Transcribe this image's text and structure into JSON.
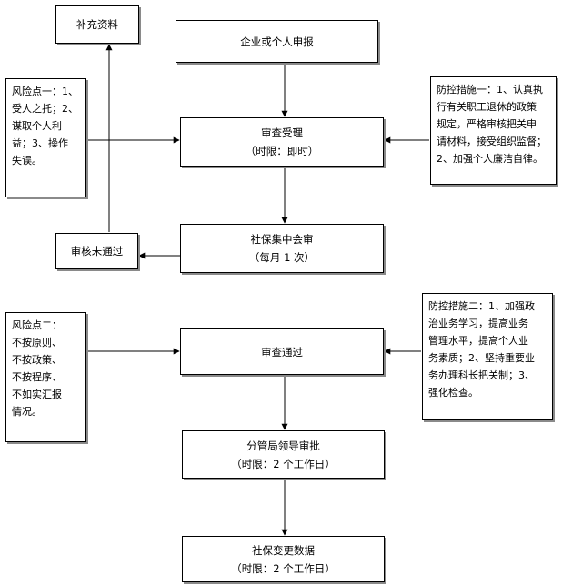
{
  "nodes": {
    "supplement": {
      "lines": [
        "补充资料"
      ]
    },
    "apply": {
      "lines": [
        "企业或个人申报"
      ]
    },
    "review": {
      "lines": [
        "审查受理",
        "（时限：即时）"
      ]
    },
    "not_passed": {
      "lines": [
        "审核未通过"
      ]
    },
    "joint_review": {
      "lines": [
        "社保集中会审",
        "（每月 1 次）"
      ]
    },
    "review_passed": {
      "lines": [
        "审查通过"
      ]
    },
    "leader_approval": {
      "lines": [
        "分管局领导审批",
        "（时限：2 个工作日）"
      ]
    },
    "data_change": {
      "lines": [
        "社保变更数据",
        "（时限：2 个工作日）"
      ]
    }
  },
  "notes": {
    "risk_1": {
      "lines": [
        "风险点一：1、",
        "受人之托；2、",
        "谋取个人利",
        "益；3、操作",
        "失误。"
      ]
    },
    "control_1": {
      "lines": [
        "防控措施一：1、认真执",
        "行有关职工退休的政策",
        "规定，严格审核把关申",
        "请材料，接受组织监督；",
        "2、加强个人廉洁自律。"
      ]
    },
    "risk_2": {
      "lines": [
        "风险点二：",
        "不按原则、",
        "不按政策、",
        "不按程序、",
        "不如实汇报",
        "情况。"
      ]
    },
    "control_2": {
      "lines": [
        "防控措施二：1、加强政",
        "治业务学习，提高业务",
        "管理水平，提高个人业",
        "务素质；2、坚持重要业",
        "务办理科长把关制；3、",
        "强化检查。"
      ]
    }
  }
}
